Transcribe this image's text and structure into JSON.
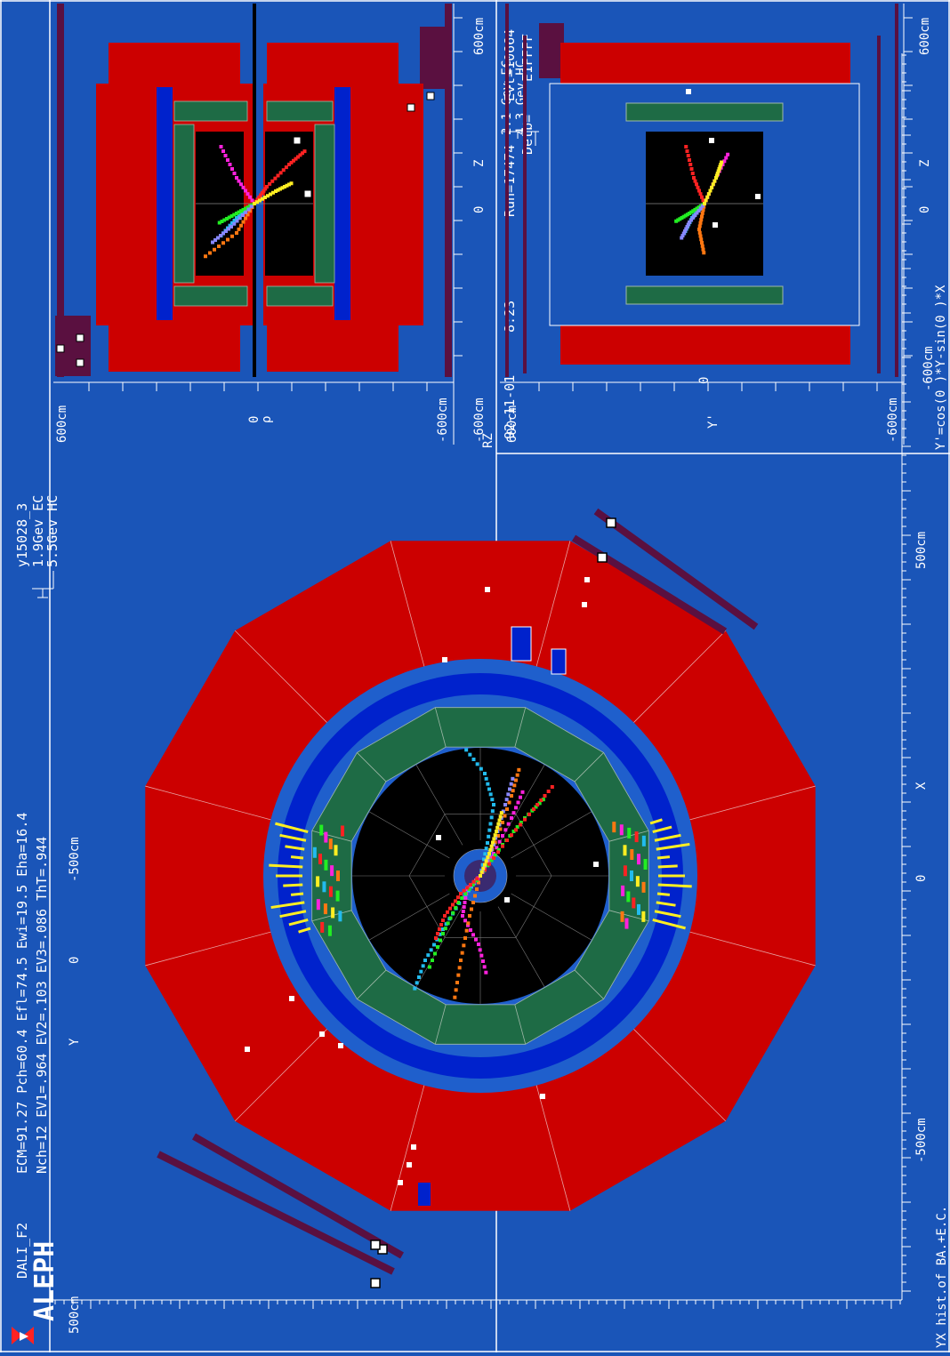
{
  "header": {
    "brand": "ALEPH",
    "program": "DALI_F2",
    "line1": "ECM=91.27  Pch=60.4  Efl=74.5  Ewi=19.5  Eha=16.4",
    "line2": "Nch=12     EV1=.964  EV2=.103  EV3=.086  ThT=.944",
    "event_tag": "y15028_3",
    "scale_ec": "1.9Gev EC",
    "scale_hc": "5.5Gev HC"
  },
  "right_header": {
    "date": "92-11-01",
    "time": "8:23",
    "run": "Run=17474",
    "evt": "Evt=10664",
    "detb": "Detb=",
    "detb_val": "E1FFFF",
    "scale_ec": "2.1 Gev EC",
    "scale_hc": "4.3 Gev HC"
  },
  "main_view": {
    "caption": "YX hist.of BA.+E.C.",
    "x_ticks": [
      "-500cm",
      "0",
      "X",
      "500cm"
    ],
    "y_ticks": [
      "500cm",
      "Y",
      "0",
      "-500cm"
    ]
  },
  "rz_view": {
    "caption": "RZ",
    "z_ticks": [
      "-600cm",
      "0",
      "Z",
      "600cm"
    ],
    "rho_ticks": [
      "600cm",
      "ρ",
      "0",
      "-600cm"
    ]
  },
  "yp_view": {
    "caption": "Y'=cos(0  )*Y-sin(0  )*X",
    "z_ticks": [
      "-600cm",
      "0",
      "Z",
      "600cm"
    ],
    "y_ticks": [
      "600cm",
      "Y'",
      "0",
      "-600cm"
    ]
  },
  "colors": {
    "background": "#1a55b8",
    "hadron_calorimeter": "#cc0000",
    "coil": "#0022cc",
    "em_calorimeter": "#1e6b45",
    "tpc": "#000000",
    "muon_chambers": "#5a1040",
    "track_cyan": "#22bbee",
    "track_magenta": "#ff22dd",
    "track_orange": "#ff7711",
    "track_green": "#22ee22",
    "track_red": "#ff2222",
    "track_yellow": "#ffee22",
    "track_lavender": "#8888ff"
  }
}
